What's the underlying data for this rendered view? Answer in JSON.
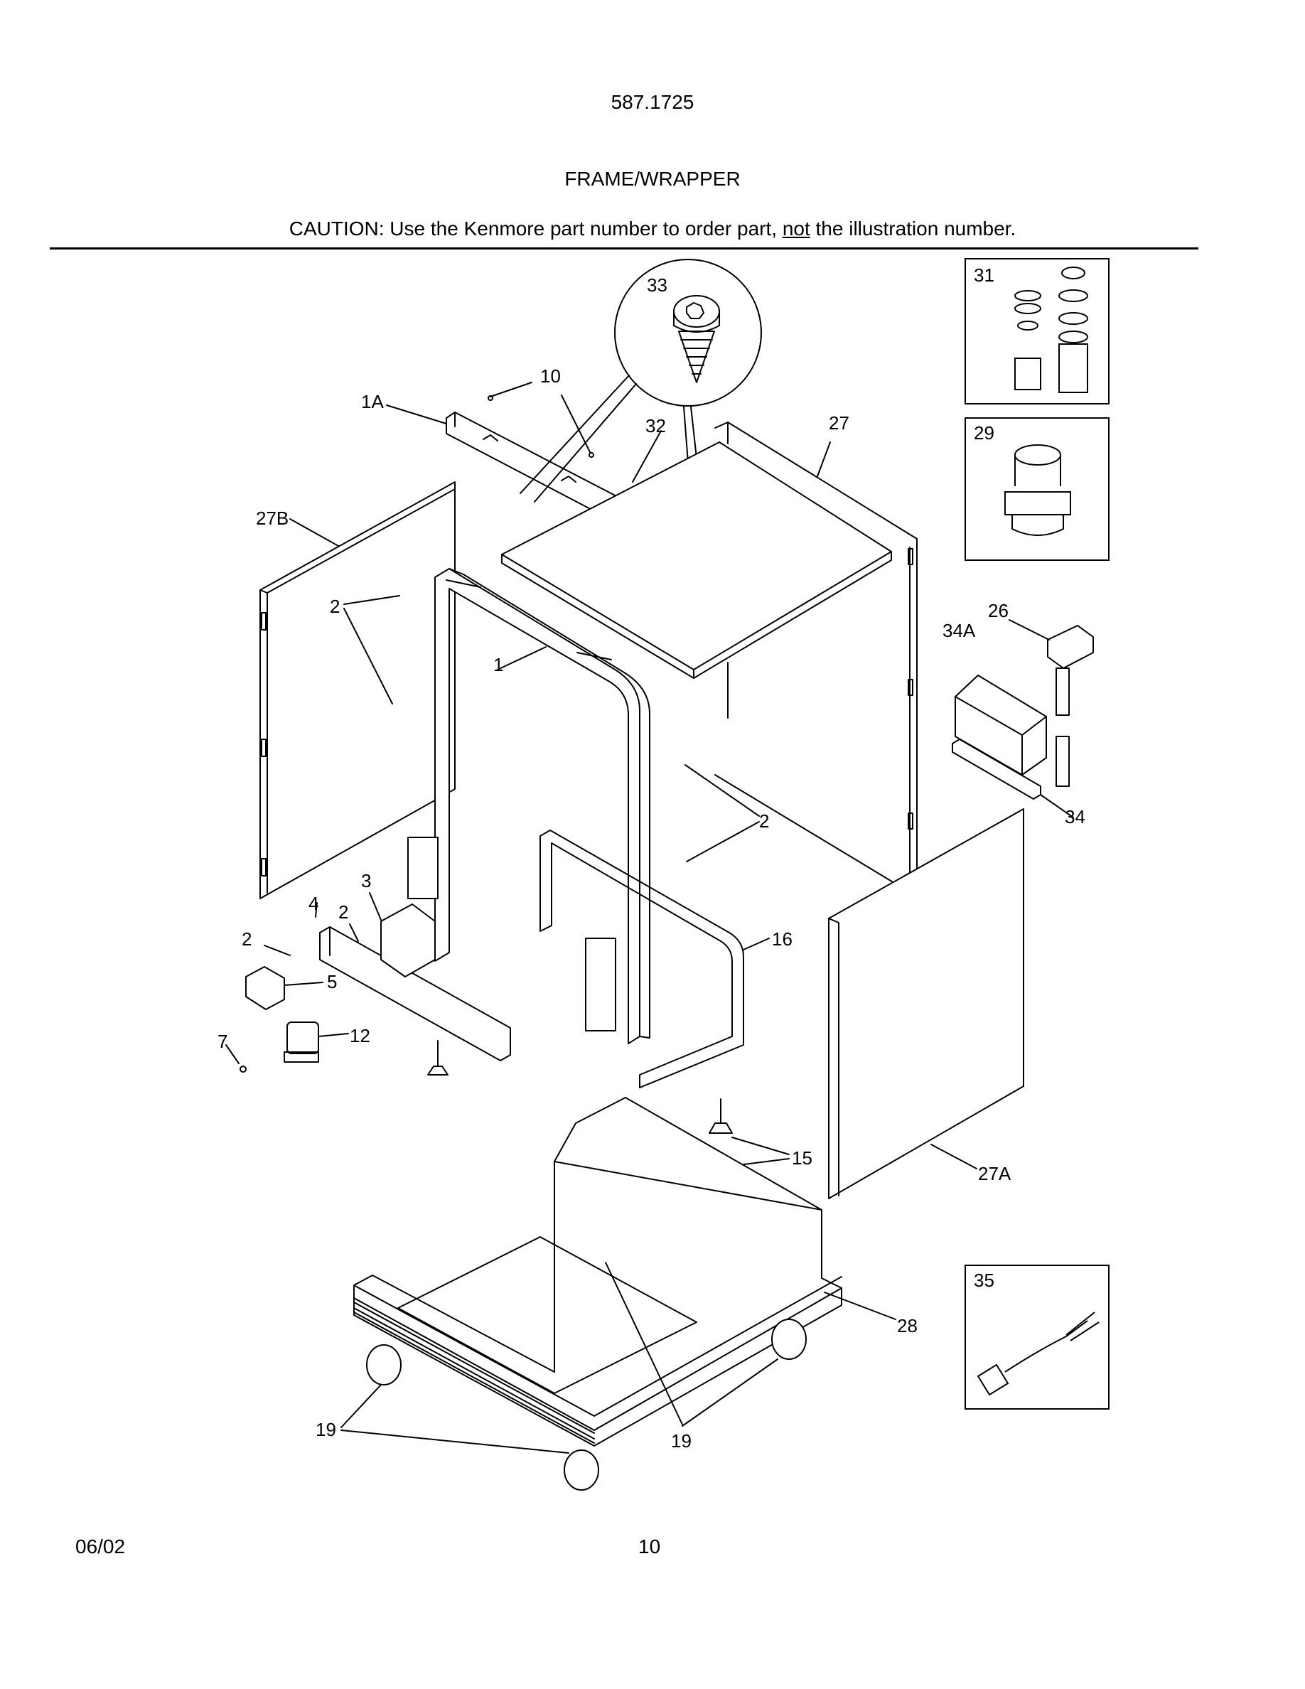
{
  "header": {
    "model": "587.1725",
    "section": "FRAME/WRAPPER",
    "caution_before": "CAUTION: Use the Kenmore part number to order part, ",
    "caution_emphasis": "not",
    "caution_after": " the illustration number."
  },
  "callouts": {
    "c33": "33",
    "c10": "10",
    "c1A": "1A",
    "c32": "32",
    "c27": "27",
    "c27B": "27B",
    "c2a": "2",
    "c1": "1",
    "c2b": "2",
    "c3": "3",
    "c4": "4",
    "c2c": "2",
    "c2d": "2",
    "c5": "5",
    "c12": "12",
    "c7": "7",
    "c16": "16",
    "c15": "15",
    "c27A": "27A",
    "c28": "28",
    "c19a": "19",
    "c19b": "19",
    "c26": "26",
    "c34A": "34A",
    "c34": "34"
  },
  "insets": {
    "i31": "31",
    "i29": "29",
    "i35": "35"
  },
  "footer": {
    "date": "06/02",
    "page": "10"
  }
}
